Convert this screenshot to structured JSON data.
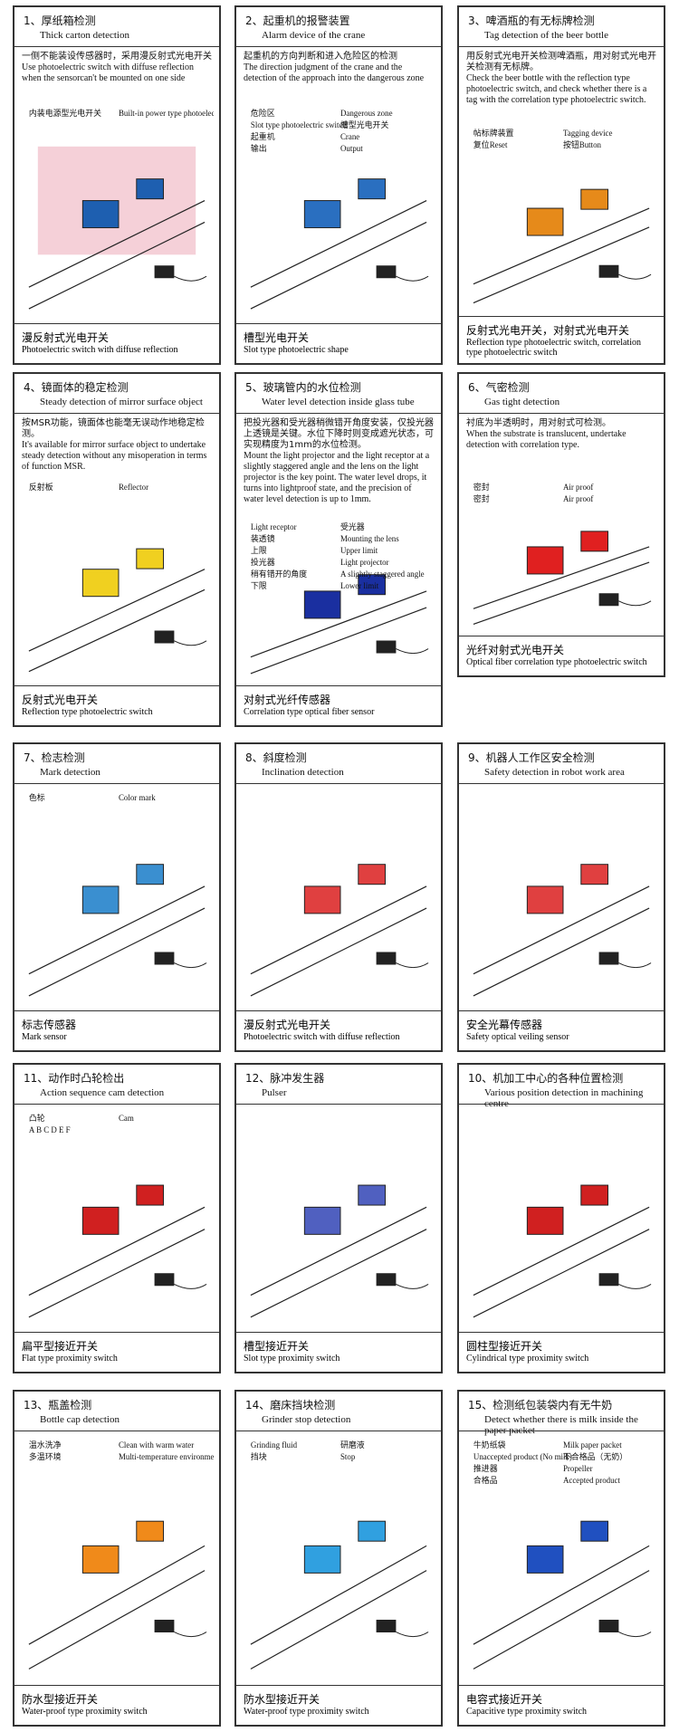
{
  "panels": [
    {
      "title_zh": "1、厚纸箱检测",
      "title_en": "Thick carton detection",
      "desc_zh": "一侧不能装设传感器时，采用漫反射式光电开关",
      "desc_en": "Use photoelectric switch with diffuse reflection when the sensorcan't be mounted on one side",
      "labels": [
        "内装电源型光电开关",
        "Built-in power type photoelectric switch"
      ],
      "foot_zh": "漫反射式光电开关",
      "foot_en": "Photoelectric switch with diffuse reflection"
    },
    {
      "title_zh": "2、起重机的报警装置",
      "title_en": "Alarm device of the crane",
      "desc_zh": "起重机的方向判断和进入危险区的检测",
      "desc_en": "The direction judgment of the crane and the detection of the approach into the dangerous zone",
      "labels": [
        "危险区",
        "Dangerous zone",
        "Slot type photoelectric switch",
        "槽型光电开关",
        "起重机",
        "Crane",
        "输出",
        "Output"
      ],
      "foot_zh": "槽型光电开关",
      "foot_en": "Slot type photoelectric shape"
    },
    {
      "title_zh": "3、啤酒瓶的有无标牌检测",
      "title_en": "Tag detection of the beer bottle",
      "desc_zh": "用反射式光电开关检测啤酒瓶，用对射式光电开关检测有无标牌。",
      "desc_en": "Check the beer bottle with the reflection type photoelectric switch, and check whether there is a tag with the correlation type photoelectric switch.",
      "labels": [
        "帖标牌装置",
        "Tagging device",
        "复位Reset",
        "按钮Button"
      ],
      "foot_zh": "反射式光电开关，对射式光电开关",
      "foot_en": "Reflection type photoelectric switch, correlation type photoelectric switch"
    },
    {
      "title_zh": "4、镜面体的稳定检测",
      "title_en": "Steady detection of mirror surface object",
      "desc_zh": "按MSR功能，镜面体也能毫无误动作地稳定检测。",
      "desc_en": "It's available for mirror surface object to undertake steady detection without any misoperation in terms of function MSR.",
      "labels": [
        "反射板",
        "Reflector"
      ],
      "foot_zh": "反射式光电开关",
      "foot_en": "Reflection type photoelectric switch"
    },
    {
      "title_zh": "5、玻璃管内的水位检测",
      "title_en": "Water level detection inside glass tube",
      "desc_zh": "把投光器和受光器稍微错开角度安装，仅投光器上透镜是关键。水位下降时则变成遮光状态，可实现精度为1mm的水位检测。",
      "desc_en": "Mount the light projector and the light receptor at a slightly staggered angle and the lens on the light projector is the key point. The water level drops, it turns into lightproof state, and the precision of water level detection is up to 1mm.",
      "labels": [
        "Light receptor",
        "受光器",
        "装透镜",
        "Mounting the lens",
        "上限",
        "Upper limit",
        "投光器",
        "Light projector",
        "稍有错开的角度",
        "A slightly staggered angle",
        "下限",
        "Lower limit"
      ],
      "foot_zh": "对射式光纤传感器",
      "foot_en": "Correlation type optical fiber sensor"
    },
    {
      "title_zh": "6、气密检测",
      "title_en": "Gas tight detection",
      "desc_zh": "衬底为半透明时，用对射式可检测。",
      "desc_en": "When the substrate is translucent, undertake detection with correlation type.",
      "labels": [
        "密封",
        "Air proof",
        "密封",
        "Air proof"
      ],
      "foot_zh": "光纤对射式光电开关",
      "foot_en": "Optical fiber correlation type photoelectric switch"
    },
    {
      "title_zh": "7、检志检测",
      "title_en": "Mark detection",
      "labels": [
        "色标",
        "Color mark"
      ],
      "foot_zh": "标志传感器",
      "foot_en": "Mark sensor"
    },
    {
      "title_zh": "8、斜度检测",
      "title_en": "Inclination detection",
      "labels": [],
      "foot_zh": "漫反射式光电开关",
      "foot_en": "Photoelectric switch with diffuse reflection"
    },
    {
      "title_zh": "9、机器人工作区安全检测",
      "title_en": "Safety detection in robot work area",
      "labels": [],
      "foot_zh": "安全光幕传感器",
      "foot_en": "Safety optical veiling sensor"
    },
    {
      "title_zh": "11、动作时凸轮检出",
      "title_en": "Action sequence cam detection",
      "labels": [
        "凸轮",
        "Cam",
        "A B C D E F"
      ],
      "foot_zh": "扁平型接近开关",
      "foot_en": "Flat type proximity switch"
    },
    {
      "title_zh": "12、脉冲发生器",
      "title_en": "Pulser",
      "labels": [],
      "foot_zh": "槽型接近开关",
      "foot_en": "Slot type proximity switch"
    },
    {
      "title_zh": "10、机加工中心的各种位置检测",
      "title_en": "Various position detection in machining centre",
      "labels": [],
      "foot_zh": "圆柱型接近开关",
      "foot_en": "Cylindrical type proximity switch"
    },
    {
      "title_zh": "13、瓶盖检测",
      "title_en": "Bottle cap detection",
      "labels": [
        "温水洗净",
        "Clean with warm water",
        "多温环境",
        "Multi-temperature environment"
      ],
      "foot_zh": "防水型接近开关",
      "foot_en": "Water-proof type proximity switch"
    },
    {
      "title_zh": "14、磨床挡块检测",
      "title_en": "Grinder stop detection",
      "labels": [
        "Grinding fluid",
        "研磨液",
        "挡块",
        "Stop"
      ],
      "foot_zh": "防水型接近开关",
      "foot_en": "Water-proof type proximity switch"
    },
    {
      "title_zh": "15、检测纸包装袋内有无牛奶",
      "title_en": "Detect whether there is milk inside the paper packet",
      "labels": [
        "牛奶纸袋",
        "Milk paper packet",
        "Unaccepted product (No milk)",
        "不合格品（无奶）",
        "推进器",
        "Propeller",
        "合格品",
        "Accepted product"
      ],
      "foot_zh": "电容式接近开关",
      "foot_en": "Capacitive type proximity switch"
    }
  ]
}
